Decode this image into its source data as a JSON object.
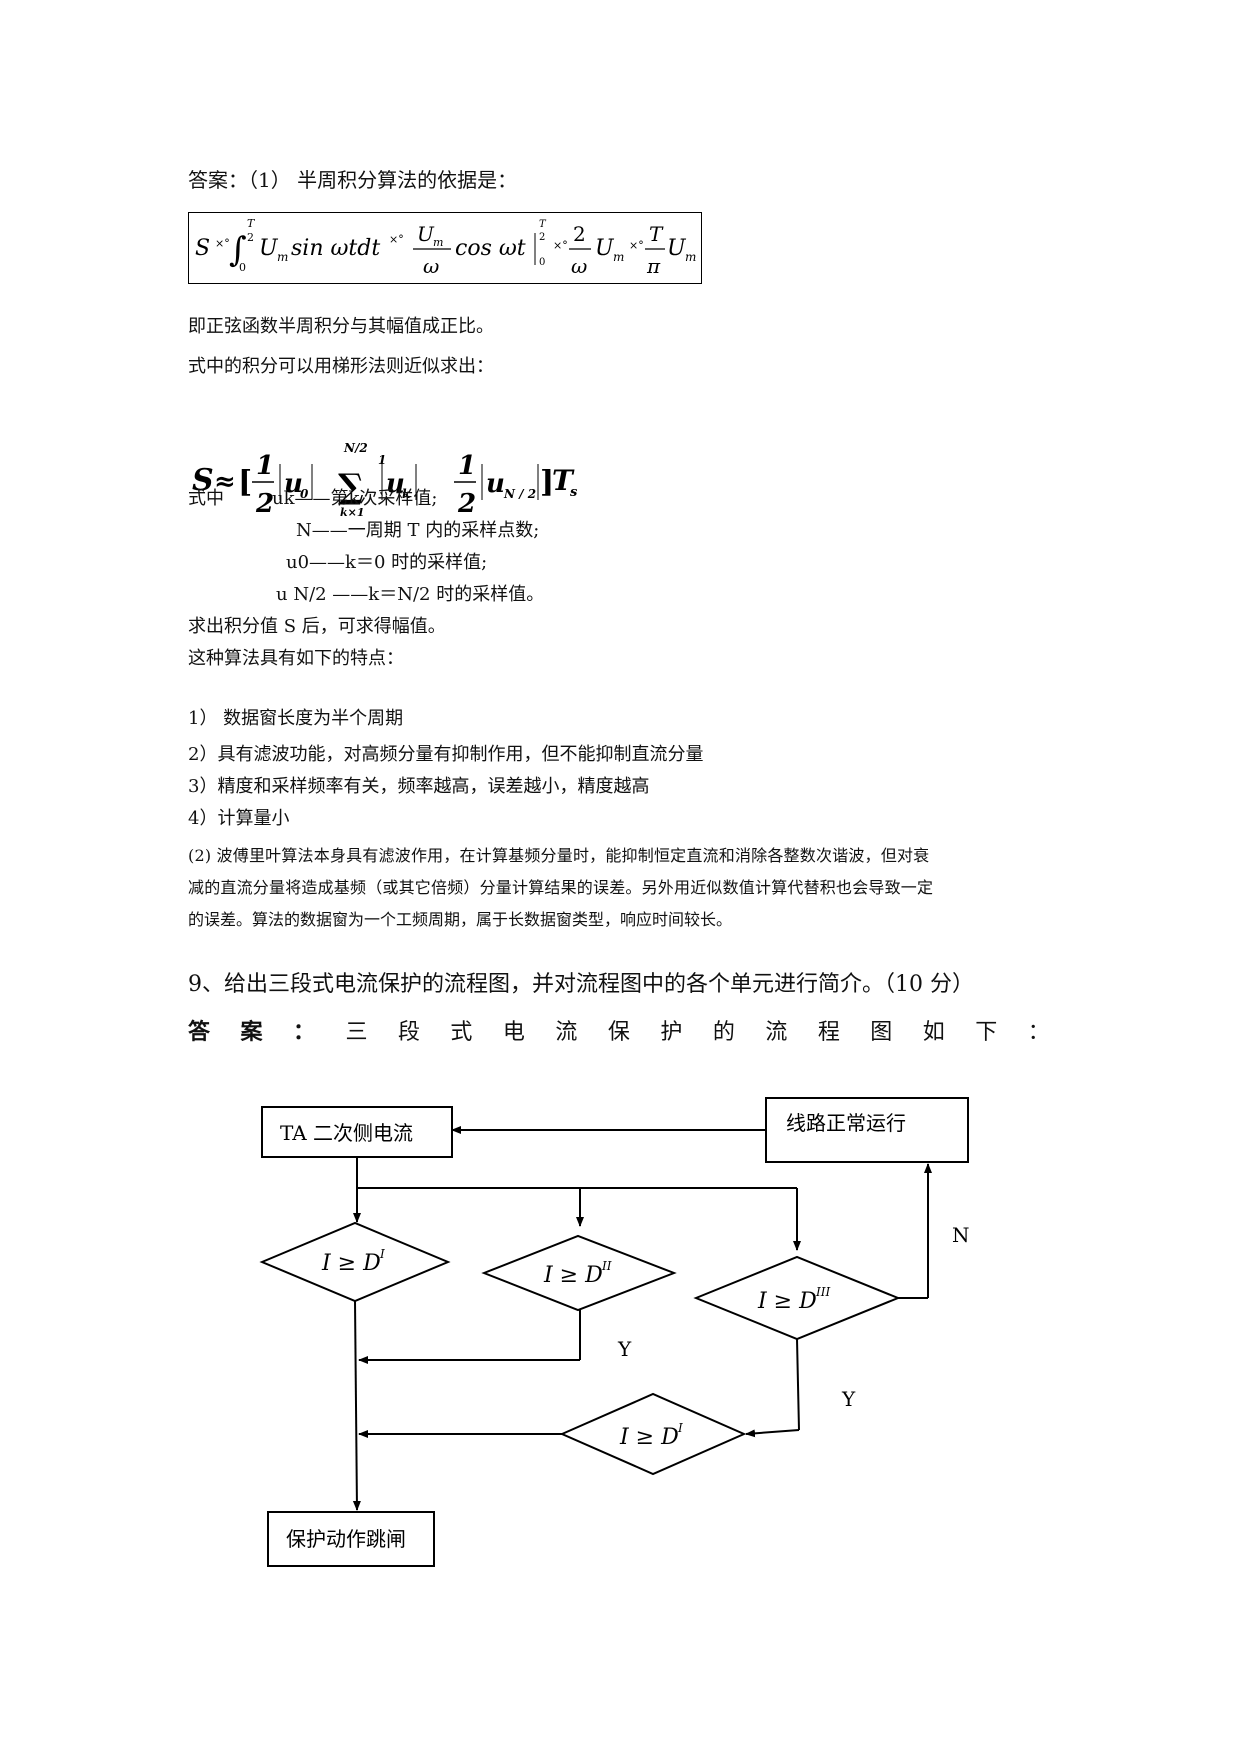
{
  "section8": {
    "answer_intro": "答案：（1）  半周积分算法的依据是：",
    "formula_caption_1": "即正弦函数半周积分与其幅值成正比。",
    "formula_caption_2": "式中的积分可以用梯形法则近似求出：",
    "def_label": "式中",
    "def_uk": "uk——第k次采样值;",
    "def_N": "N——一周期 T 内的采样点数;",
    "def_u0": "u0——k＝0 时的采样值;",
    "def_uN2": "u N/2 ——k＝N/2 时的采样值。",
    "after_1": "求出积分值 S 后，可求得幅值。",
    "after_2": "这种算法具有如下的特点：",
    "features": [
      "1） 数据窗长度为半个周期",
      "2）具有滤波功能，对高频分量有抑制作用，但不能抑制直流分量",
      "3）精度和采样频率有关，频率越高，误差越小，精度越高",
      "4）计算量小"
    ],
    "fourier_lines": [
      "(2) 波傅里叶算法本身具有滤波作用，在计算基频分量时，能抑制恒定直流和消除各整数次谐波，但对衰",
      "减的直流分量将造成基频（或其它倍频）分量计算结果的误差。另外用近似数值计算代替积也会导致一定",
      "的误差。算法的数据窗为一个工频周期，属于长数据窗类型，响应时间较长。"
    ]
  },
  "formula1": {
    "S": "S",
    "m1": "×°",
    "int_upper_T": "T",
    "int_upper_2": "2",
    "int_lower": "0",
    "term1": "U",
    "term1_sub": "m",
    "term1_rest": "sin ωtdt",
    "m2": "×°",
    "frac1_num": "U",
    "frac1_num_sub": "m",
    "frac1_den": "ω",
    "cos_part": "cos ωt",
    "lim_top_T": "T",
    "lim_top_2": "2",
    "lim_bot": "0",
    "m3": "×°",
    "frac2_num": "2",
    "frac2_den": "ω",
    "term2": "U",
    "term2_sub": "m",
    "m4": "×°",
    "frac3_num": "T",
    "frac3_den": "π",
    "term3": "U",
    "term3_sub": "m"
  },
  "formula2": {
    "S": "S",
    "approx": "≈",
    "bracket_open": "[",
    "half_num": "1",
    "half_den": "2",
    "u0": "u",
    "u0_sub": "0",
    "sum_upper": "N/2",
    "sum_upper2": "1",
    "sum_sign": "∑",
    "sum_lower": "k×1",
    "uk": "u",
    "uk_sub": "k",
    "half2_num": "1",
    "half2_den": "2",
    "uN": "u",
    "uN_sub": "N / 2",
    "bracket_close": "]",
    "T": "T",
    "T_sub": "s"
  },
  "section9": {
    "question": "9、给出三段式电流保护的流程图，并对流程图中的各个单元进行简介。（10 分）",
    "answer_chars": [
      "答",
      "案",
      "：",
      "三",
      "段",
      "式",
      "电",
      "流",
      "保",
      "护",
      "的",
      "流",
      "程",
      "图",
      "如",
      "下",
      "："
    ]
  },
  "flowchart": {
    "box_ta": "TA 二次侧电流",
    "box_normal": "线路正常运行",
    "box_trip": "保护动作跳闸",
    "d1": {
      "main": "I ≥ D",
      "sup": "I"
    },
    "d2": {
      "main": "I ≥ D",
      "sup": "II"
    },
    "d3": {
      "main": "I ≥ D",
      "sup": "III"
    },
    "d4": {
      "main": "I ≥ D",
      "sup": "I"
    },
    "label_N": "N",
    "label_Y1": "Y",
    "label_Y2": "Y"
  }
}
